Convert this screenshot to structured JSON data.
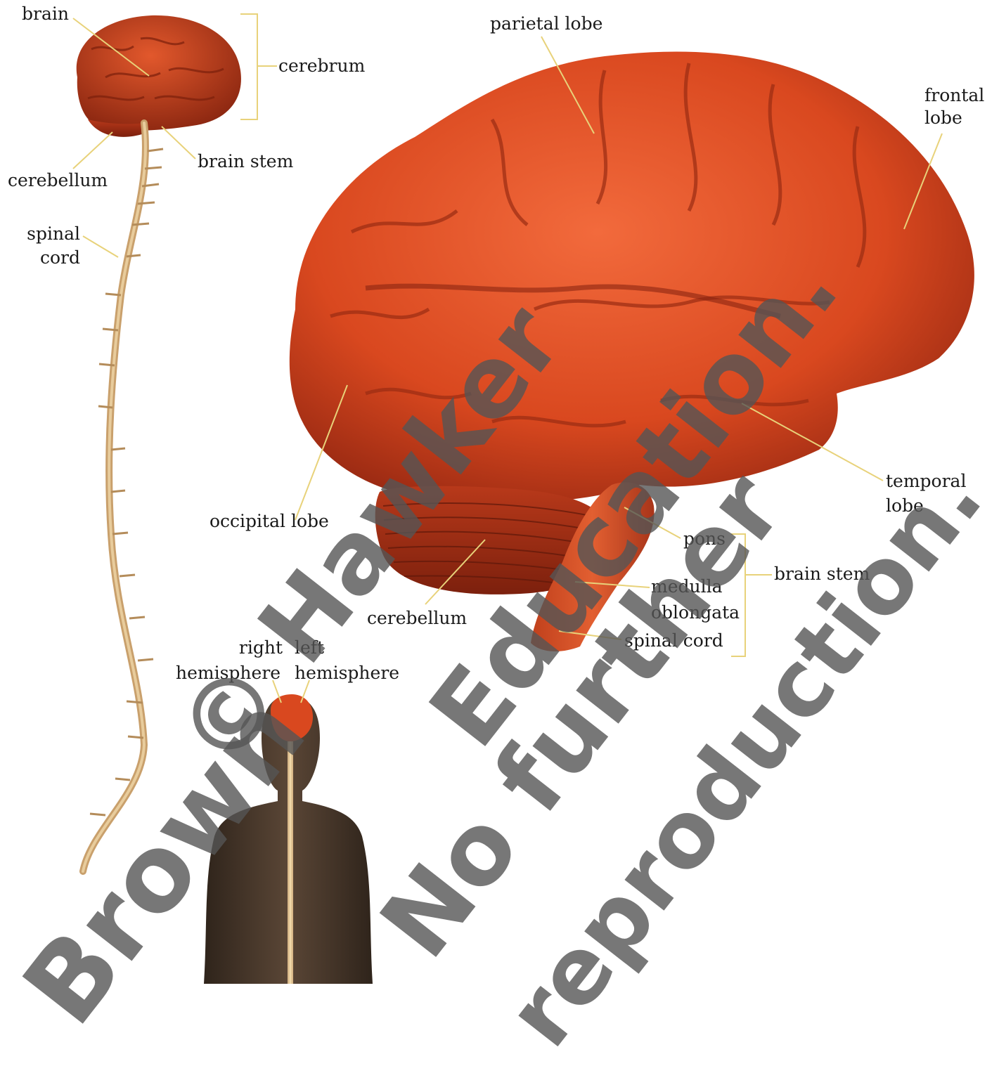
{
  "labels": {
    "brain": "brain",
    "cerebrum": "cerebrum",
    "brain_stem_small": "brain stem",
    "cerebellum_small": "cerebellum",
    "spinal_cord_small_1": "spinal",
    "spinal_cord_small_2": "cord",
    "parietal_lobe": "parietal lobe",
    "frontal_lobe_1": "frontal",
    "frontal_lobe_2": "lobe",
    "temporal_lobe_1": "temporal",
    "temporal_lobe_2": "lobe",
    "occipital_lobe": "occipital lobe",
    "pons": "pons",
    "brain_stem_large": "brain stem",
    "medulla_oblongata_1": "medulla",
    "medulla_oblongata_2": "oblongata",
    "cerebellum_large": "cerebellum",
    "spinal_cord_large": "spinal cord",
    "right_hemisphere_1": "right",
    "right_hemisphere_2": "hemisphere",
    "left_hemisphere_1": "left",
    "left_hemisphere_2": "hemisphere"
  },
  "watermark": {
    "line1": "© Hawker",
    "line2": "Brown",
    "line3": "Education.",
    "line4": "No further",
    "line5": "reproduction."
  },
  "colors": {
    "brain": "#d9481f",
    "brain_shadow": "#8e2410",
    "cord": "#d9b98a",
    "body": "#4a3a2c",
    "leader": "#e8d27a",
    "watermark": "#555555"
  }
}
